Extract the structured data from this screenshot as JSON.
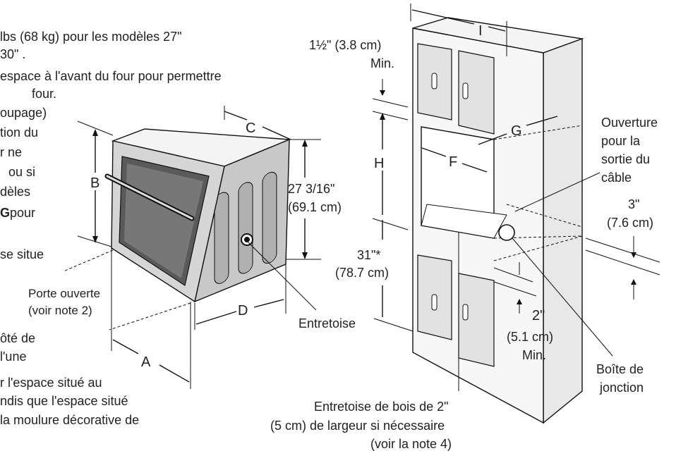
{
  "left_text": [
    "lbs (68 kg) pour les modèles 27\"",
    "30\" .",
    "espace à l'avant du four pour permettre",
    "four.",
    "oupage)",
    "tion du",
    "r ne",
    "ou si",
    "dèles",
    "G",
    " pour",
    "se situe",
    "ôté de",
    "l'une",
    "r l'espace situé au",
    "ndis que l'espace situé",
    "la moulure décorative de"
  ],
  "oven": {
    "dim_a": "A",
    "dim_b": "B",
    "dim_c": "C",
    "dim_d": "D",
    "height_in": "27 3/16\"",
    "height_cm": "(69.1 cm)",
    "door_open_1": "Porte ouverte",
    "door_open_2": "(voir note 2)",
    "spacer": "Entretoise"
  },
  "cabinet": {
    "dim_i": "I",
    "dim_g": "G",
    "dim_h": "H",
    "dim_f": "F",
    "top_min_in": "1½\" (3.8 cm)",
    "top_min_label": "Min.",
    "bottom_in": "31\"*",
    "bottom_cm": "(78.7 cm)",
    "cable_1": "Ouverture",
    "cable_2": "pour la",
    "cable_3": "sortie du",
    "cable_4": "câble",
    "three_in": "3\"",
    "three_cm": "(7.6 cm)",
    "two_in": "2\"",
    "two_cm": "(5.1 cm)",
    "two_min": "Min.",
    "jbox_1": "Boîte de",
    "jbox_2": "jonction",
    "wood_1": "Entretoise de bois de 2\"",
    "wood_2": "(5 cm) de largeur si nécessaire",
    "wood_3": "(voir la note 4)"
  }
}
